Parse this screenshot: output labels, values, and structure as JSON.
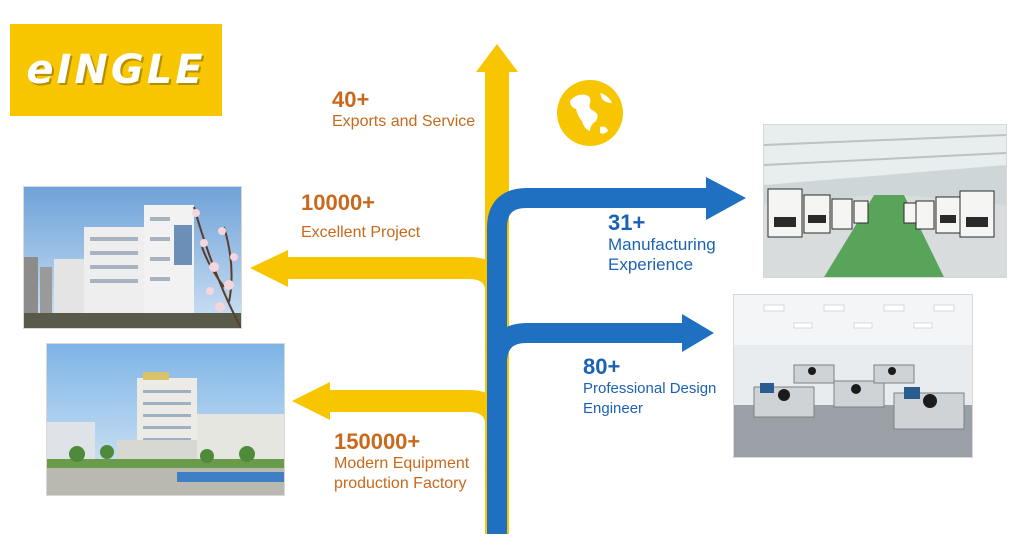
{
  "colors": {
    "yellow": "#f7c600",
    "blue": "#1f70c1",
    "orange_text": "#c8691b",
    "blue_text": "#1c62b4"
  },
  "logo": {
    "text": "eINGLE"
  },
  "globe": {
    "icon": "globe-americas-icon"
  },
  "stats": [
    {
      "number": "40+",
      "label": "Exports and Service"
    },
    {
      "number": "10000+",
      "label": "Excellent Project"
    },
    {
      "number": "150000+",
      "label": "Modern Equipment",
      "label2": "production Factory"
    },
    {
      "number": "31+",
      "label": "Manufacturing",
      "label2": "Experience"
    },
    {
      "number": "80+",
      "label": "Professional Design",
      "label2": "Engineer"
    }
  ]
}
